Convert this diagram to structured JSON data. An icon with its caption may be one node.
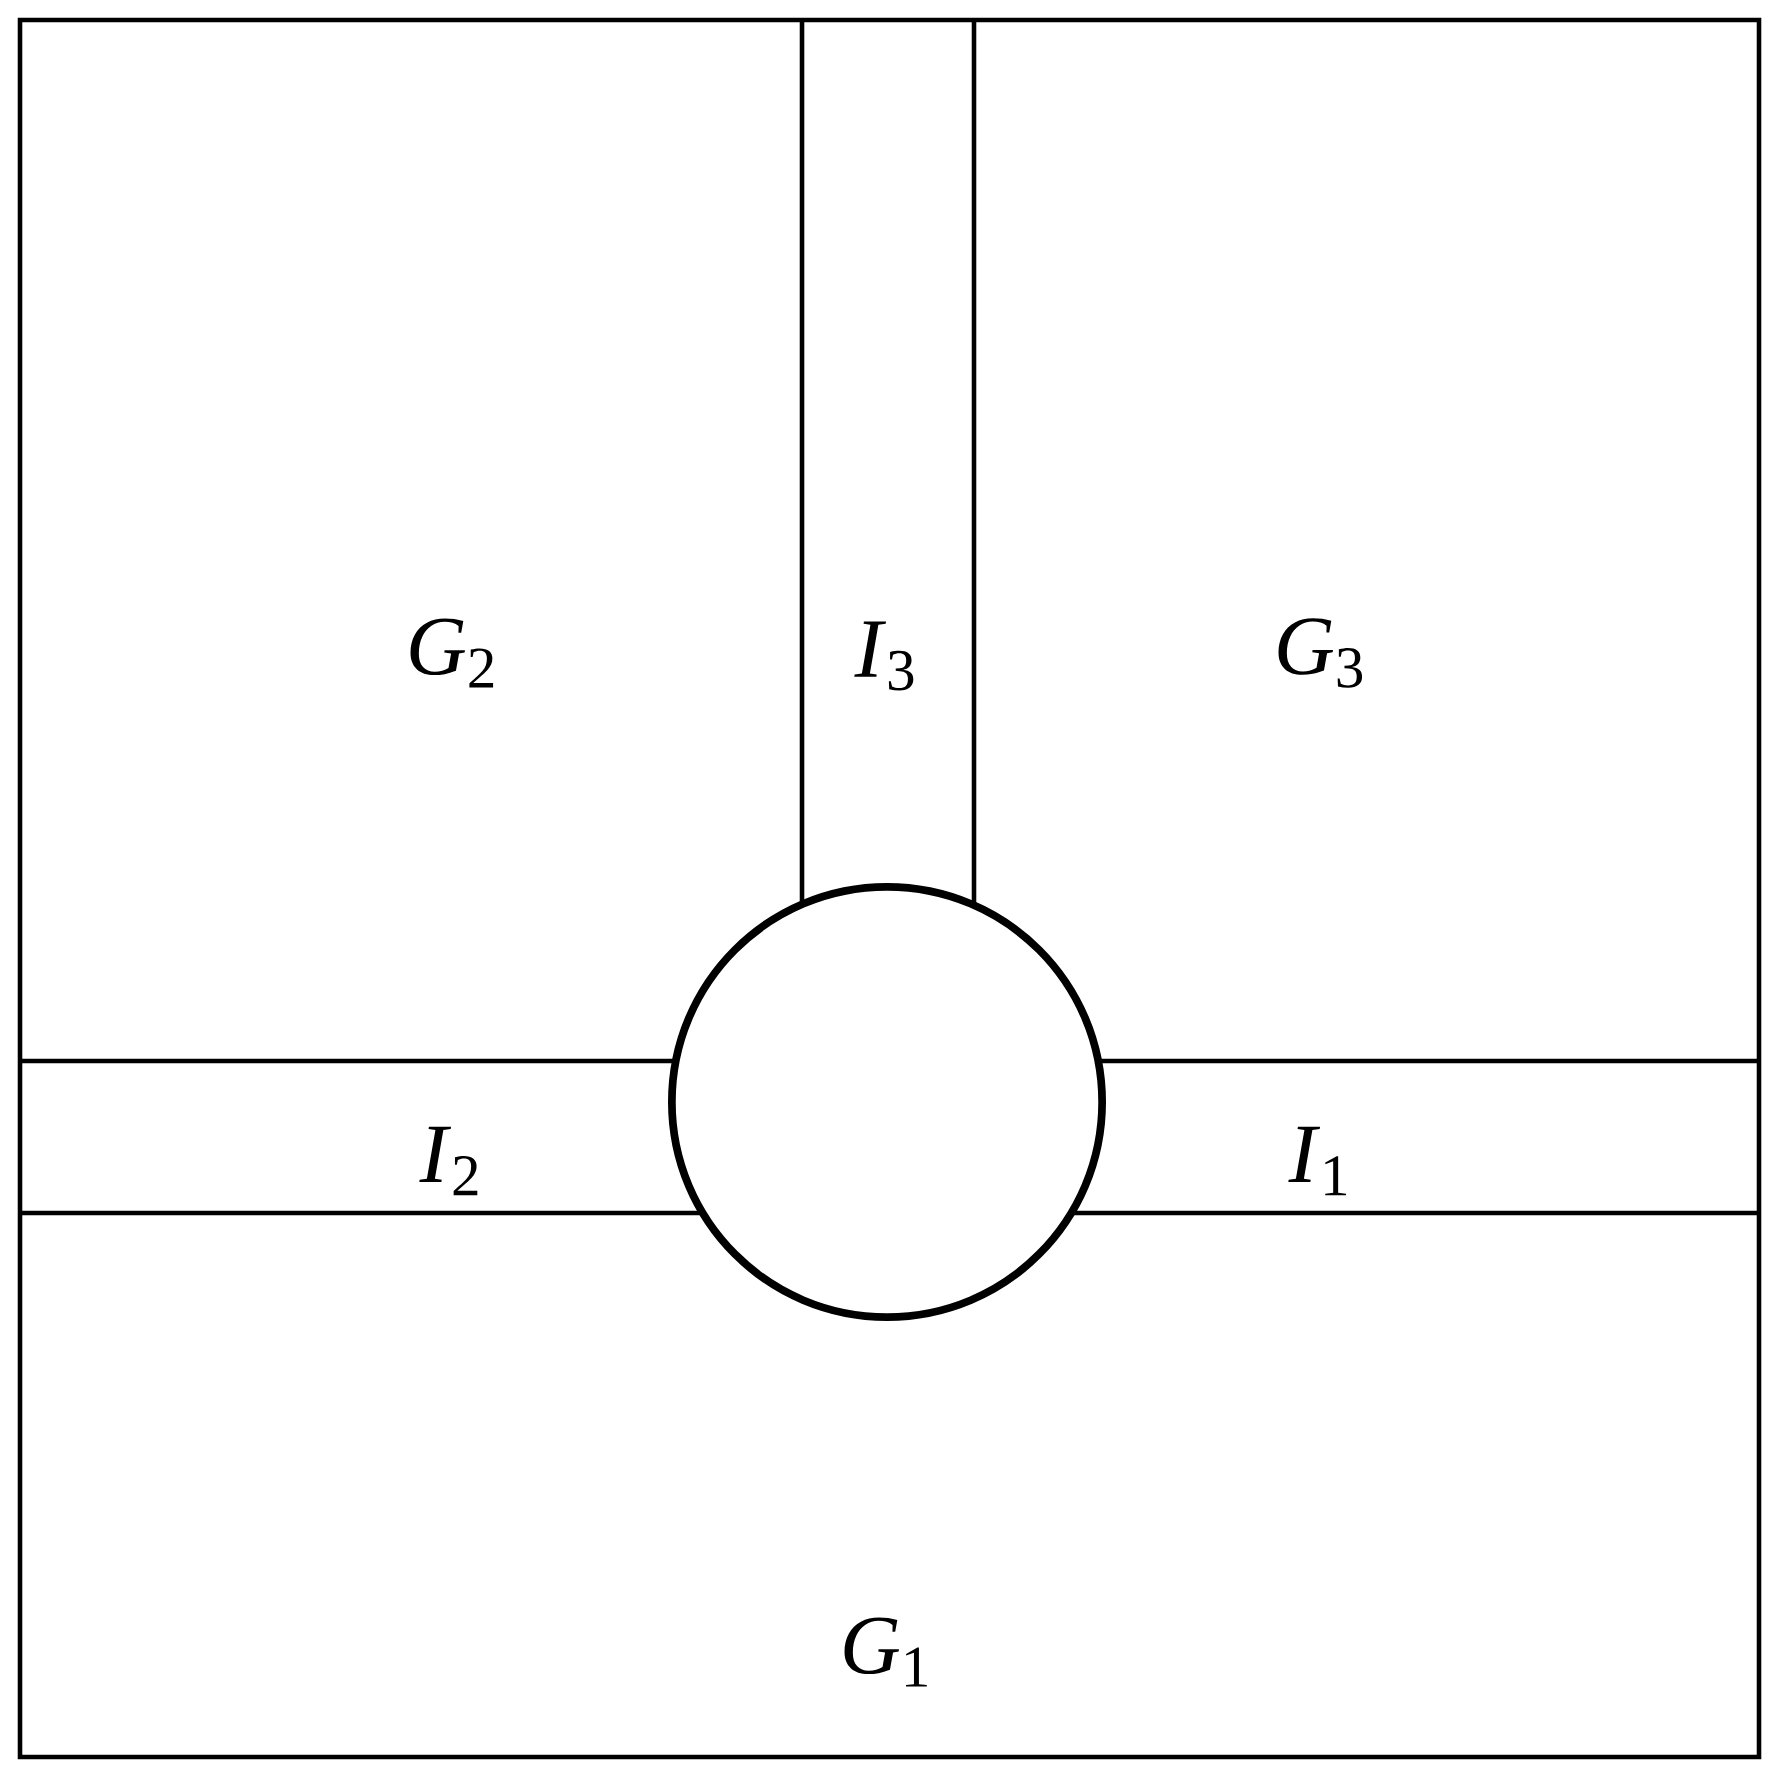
{
  "diagram": {
    "nodes": [
      {
        "text": [
          "*G*$_{2}$"
        ]
      },
      {
        "text": [
          "*I*$_{3}$"
        ]
      },
      {
        "text": [
          "*G*$_{3}$"
        ]
      },
      {
        "text": [],
        "shape": "circle"
      },
      {
        "text": [
          "*I*$_{2}$"
        ]
      },
      {
        "text": [
          "*I*$_{1}$"
        ]
      },
      {
        "text": [
          "*G*$_{1}$"
        ]
      }
    ]
  }
}
